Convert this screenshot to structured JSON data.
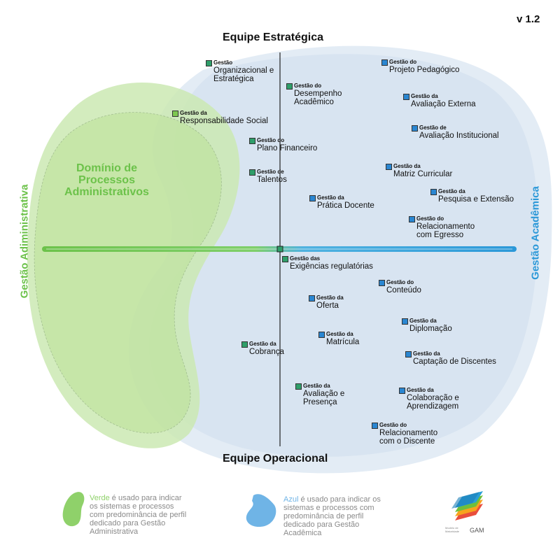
{
  "version": "v 1.2",
  "teams": {
    "top": "Equipe Estratégica",
    "bottom": "Equipe Operacional"
  },
  "domain_title": [
    "Domínio de",
    "Processos",
    "Administrativos"
  ],
  "axes": {
    "left": "Gestão Adiministrativa",
    "right": "Gestão Acadêmica"
  },
  "colors": {
    "green": "#6cc24a",
    "blue": "#2b98d8",
    "node_green": "#2f9e6a",
    "node_blue": "#2a86d1",
    "node_lime": "#7ec850"
  },
  "nodes": [
    {
      "kind": "Gestão",
      "lines": [
        "Organizacional e",
        "Estratégica"
      ],
      "color": "green"
    },
    {
      "kind": "Gestão do",
      "lines": [
        "Desempenho",
        "Acadêmico"
      ],
      "color": "green"
    },
    {
      "kind": "Gestão da",
      "lines": [
        "Responsabilidade Social"
      ],
      "color": "lime"
    },
    {
      "kind": "Gestão do",
      "lines": [
        "Plano Financeiro"
      ],
      "color": "green"
    },
    {
      "kind": "Gestão de",
      "lines": [
        "Talentos"
      ],
      "color": "green"
    },
    {
      "kind": "Gestão do",
      "lines": [
        "Projeto Pedagógico"
      ],
      "color": "blue"
    },
    {
      "kind": "Gestão da",
      "lines": [
        "Avaliação Externa"
      ],
      "color": "blue"
    },
    {
      "kind": "Gestão de",
      "lines": [
        "Avaliação Institucional"
      ],
      "color": "blue"
    },
    {
      "kind": "Gestão da",
      "lines": [
        "Matriz Curricular"
      ],
      "color": "blue"
    },
    {
      "kind": "Gestão da",
      "lines": [
        "Pesquisa e Extensão"
      ],
      "color": "blue"
    },
    {
      "kind": "Gestão da",
      "lines": [
        "Prática Docente"
      ],
      "color": "blue"
    },
    {
      "kind": "Gestão do",
      "lines": [
        "Relacionamento",
        "com Egresso"
      ],
      "color": "blue"
    },
    {
      "kind": "Gestão das",
      "lines": [
        "Exigências regulatórias"
      ],
      "color": "green"
    },
    {
      "kind": "Gestão do",
      "lines": [
        "Conteúdo"
      ],
      "color": "blue"
    },
    {
      "kind": "Gestão da",
      "lines": [
        "Oferta"
      ],
      "color": "blue"
    },
    {
      "kind": "Gestão da",
      "lines": [
        "Diplomação"
      ],
      "color": "blue"
    },
    {
      "kind": "Gestão da",
      "lines": [
        "Matrícula"
      ],
      "color": "blue"
    },
    {
      "kind": "Gestão da",
      "lines": [
        "Cobrança"
      ],
      "color": "green"
    },
    {
      "kind": "Gestão da",
      "lines": [
        "Captação de Discentes"
      ],
      "color": "blue"
    },
    {
      "kind": "Gestão da",
      "lines": [
        "Avaliação e",
        "Presença"
      ],
      "color": "green"
    },
    {
      "kind": "Gestão da",
      "lines": [
        "Colaboração e",
        "Aprendizagem"
      ],
      "color": "blue"
    },
    {
      "kind": "Gestão do",
      "lines": [
        "Relacionamento",
        "com o Discente"
      ],
      "color": "blue"
    }
  ],
  "legend": {
    "green": {
      "keyword": "Verde",
      "lines": [
        " é usado para indicar",
        "os sistemas e processos",
        "com predominância de perfil",
        "dedicado para Gestão",
        "Administrativa"
      ]
    },
    "blue": {
      "keyword": "Azul",
      "lines": [
        " é usado para indicar os",
        "sistemas e processos com",
        "predominância de perfil",
        "dedicado para Gestão",
        "Acadêmica"
      ]
    }
  },
  "logo": {
    "caption": [
      "Modelo de",
      "Maturidade"
    ],
    "name": "GAM"
  }
}
